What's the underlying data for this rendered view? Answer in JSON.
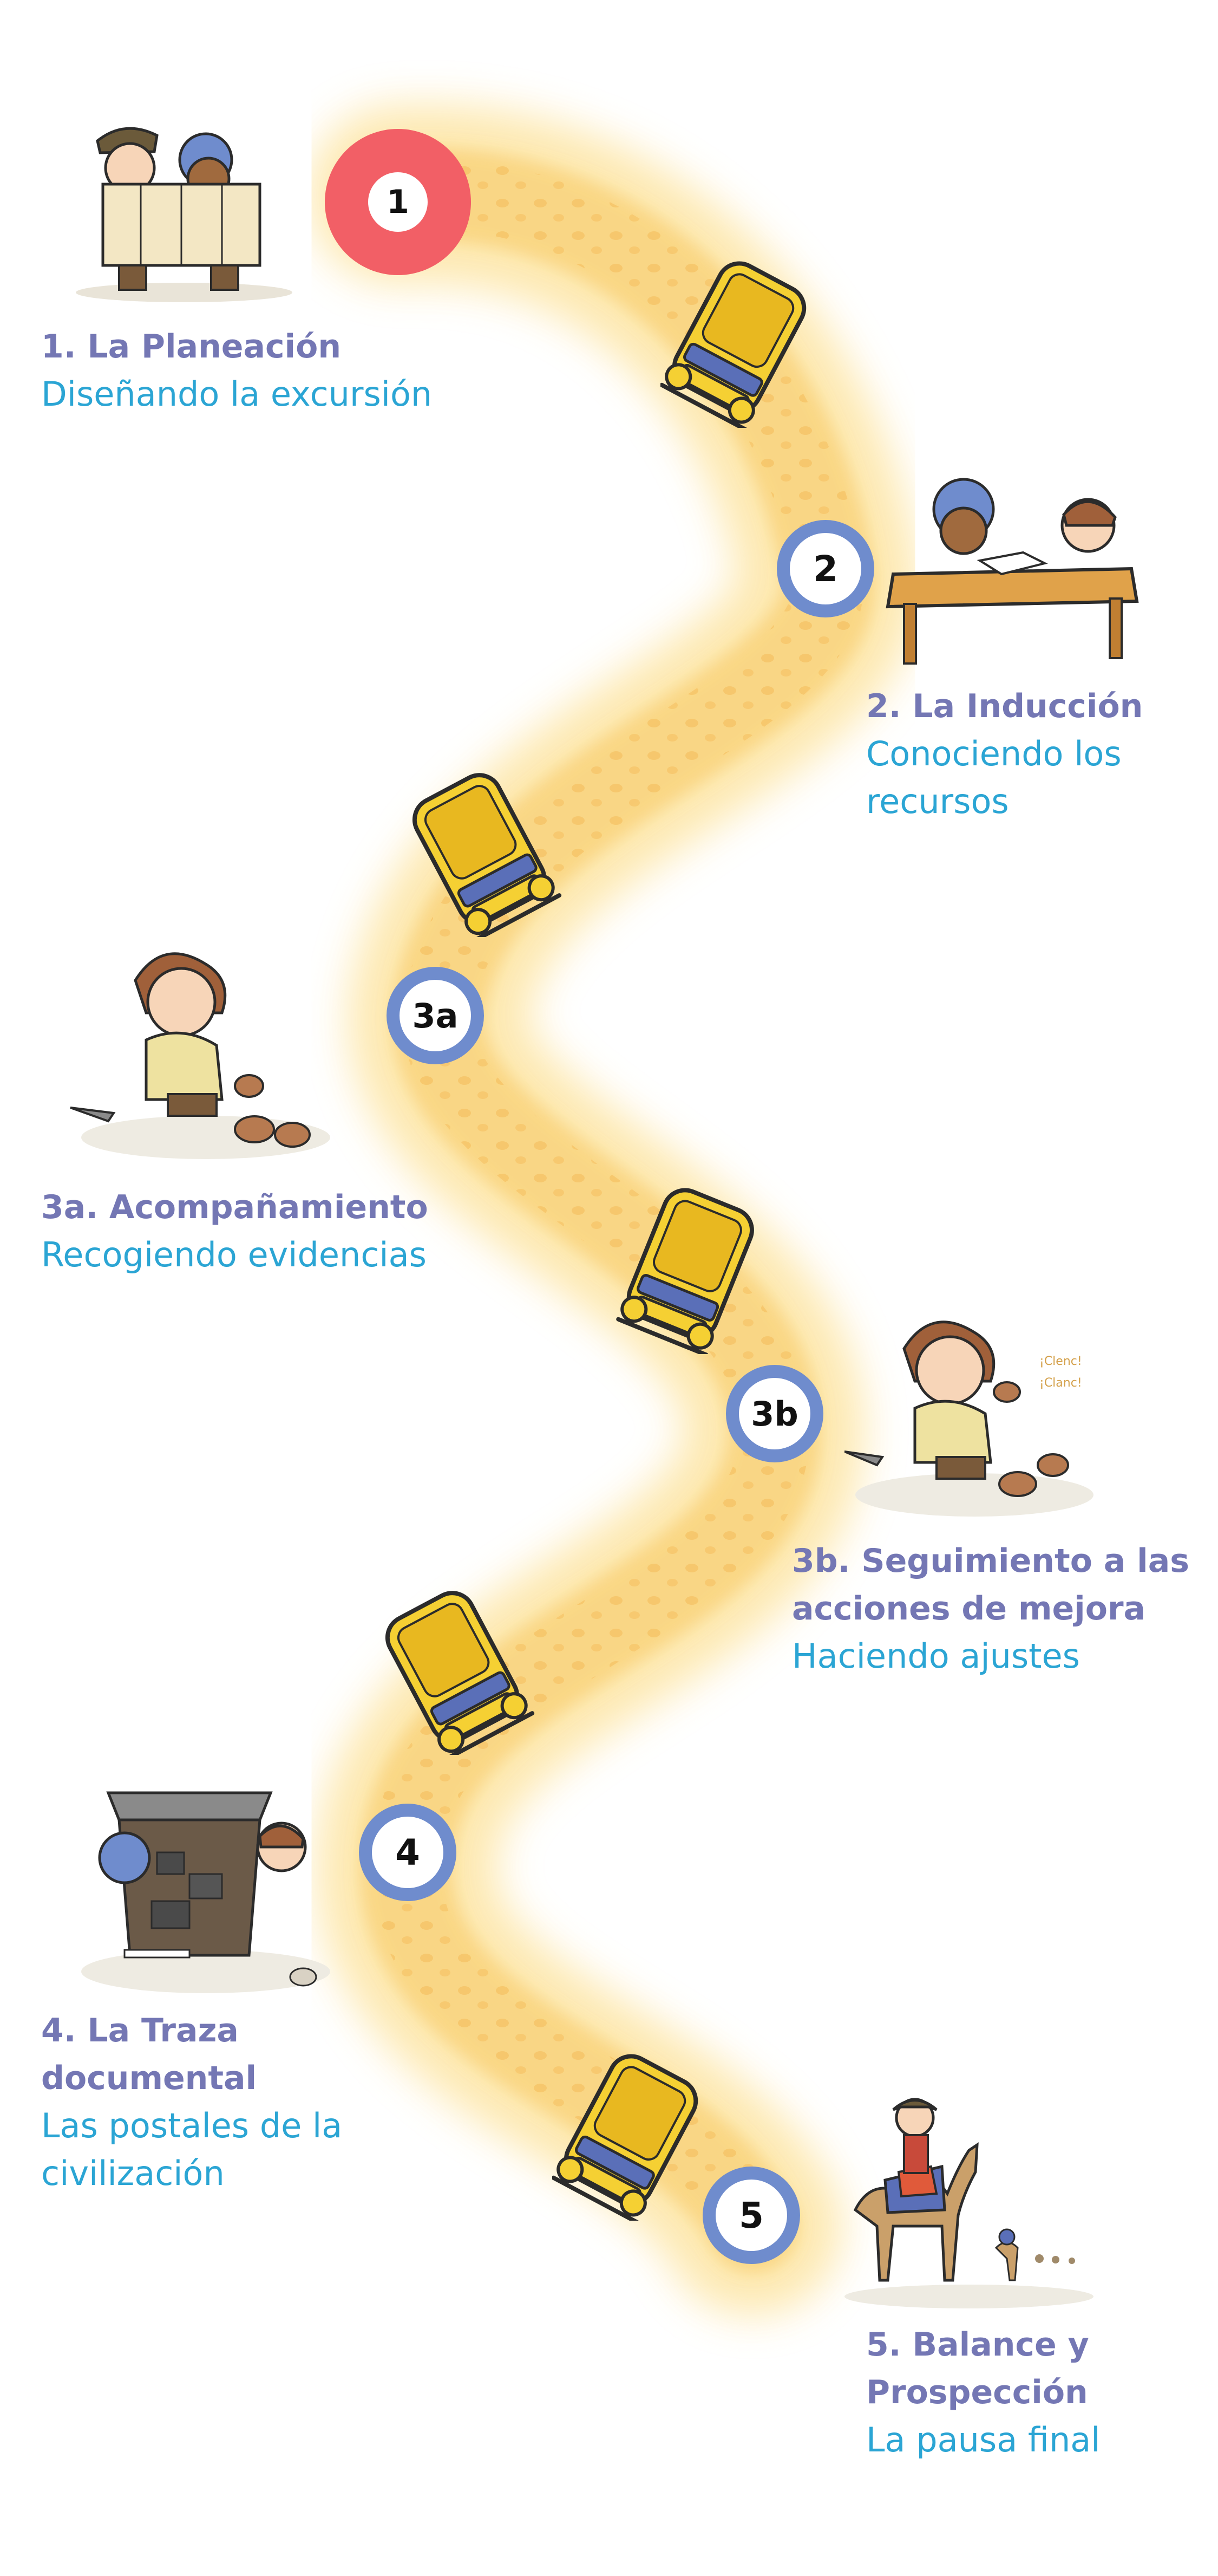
{
  "colors": {
    "road_glow": "#fde9b3",
    "road_core": "#f7c45a",
    "marker_first": "#f25f66",
    "marker_other": "#6f8ccd",
    "title_color": "#7477b4",
    "subtitle_color": "#2ba5d4",
    "bus_yellow": "#f5d033"
  },
  "stages": [
    {
      "number": "1",
      "title": "1. La Planeación",
      "subtitle": "Diseñando la excursión",
      "illustration": "children-reading-map"
    },
    {
      "number": "2",
      "title": "2. La Inducción",
      "subtitle_lines": [
        "Conociendo los",
        "recursos"
      ],
      "illustration": "children-studying-at-table"
    },
    {
      "number": "3a",
      "title": "3a. Acompañamiento",
      "subtitle": "Recogiendo evidencias",
      "illustration": "girl-collecting-stones"
    },
    {
      "number": "3b",
      "title_lines": [
        "3b. Seguimiento a las",
        "acciones de mejora"
      ],
      "subtitle": "Haciendo ajustes",
      "illustration": "girl-tapping-stones",
      "sound_text": [
        "¡Clenc!",
        "¡Clanc!"
      ]
    },
    {
      "number": "4",
      "title_lines": [
        "4. La Traza",
        "documental"
      ],
      "subtitle_lines": [
        "Las postales de la",
        "civilización"
      ],
      "illustration": "children-excavation-pit"
    },
    {
      "number": "5",
      "title_lines": [
        "5. Balance y",
        "Prospección"
      ],
      "subtitle": "La pausa final",
      "illustration": "explorer-riding-camel"
    }
  ],
  "icons": [
    "school-bus-icon"
  ]
}
